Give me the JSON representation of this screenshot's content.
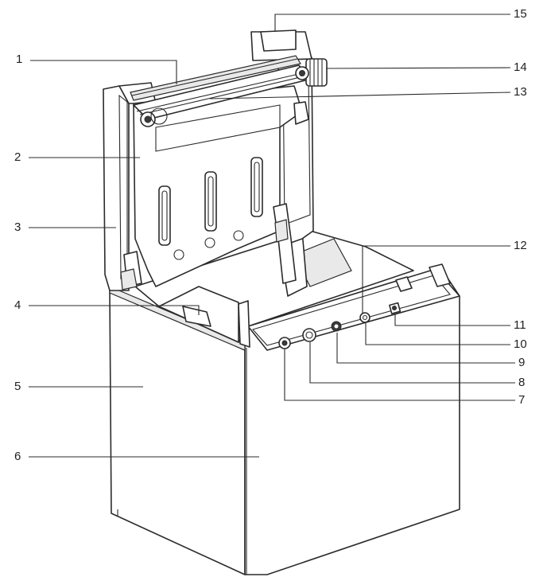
{
  "callouts": [
    {
      "num": "1"
    },
    {
      "num": "2"
    },
    {
      "num": "3"
    },
    {
      "num": "4"
    },
    {
      "num": "5"
    },
    {
      "num": "6"
    },
    {
      "num": "7"
    },
    {
      "num": "8"
    },
    {
      "num": "9"
    },
    {
      "num": "10"
    },
    {
      "num": "11"
    },
    {
      "num": "12"
    },
    {
      "num": "13"
    },
    {
      "num": "14"
    },
    {
      "num": "15"
    }
  ],
  "colors": {
    "line": "#2b2b2b",
    "fill": "#ffffff",
    "shade": "#e9e9e9"
  }
}
